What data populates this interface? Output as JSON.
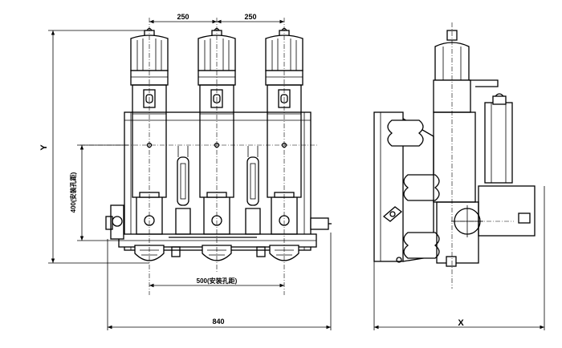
{
  "dimensions": {
    "pole_spacing_left": "250",
    "pole_spacing_right": "250",
    "overall_height": "Y",
    "mounting_hole_vertical": "400(安装孔距)",
    "mounting_hole_horizontal": "500(安装孔距)",
    "overall_width": "840",
    "side_depth": "X"
  },
  "views": [
    "front-view",
    "side-view"
  ]
}
